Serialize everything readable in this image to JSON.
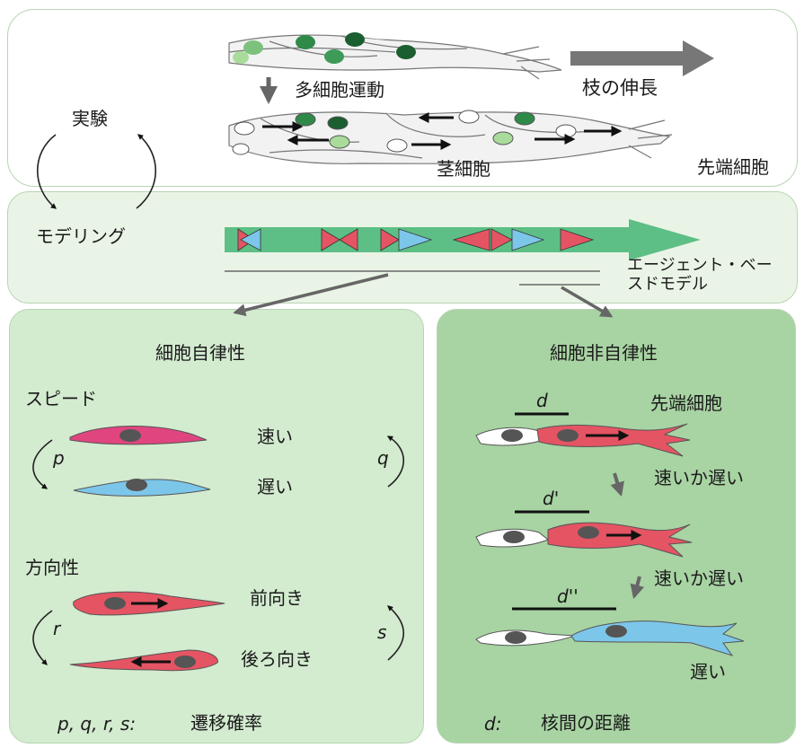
{
  "top_panel": {
    "experiment": "実験",
    "multicell": "多細胞運動",
    "branch": "枝の伸長",
    "stalk": "茎細胞",
    "tip": "先端細胞"
  },
  "model_panel": {
    "modeling": "モデリング",
    "abm_line1": "エージェント・ベー",
    "abm_line2": "スドモデル"
  },
  "left_panel": {
    "title": "細胞自律性",
    "speed": "スピード",
    "fast": "速い",
    "slow": "遅い",
    "direction": "方向性",
    "forward": "前向き",
    "backward": "後ろ向き",
    "p": "p",
    "q": "q",
    "r": "r",
    "s": "s",
    "footer_vars": "p, q, r, s:",
    "footer_text": "遷移確率"
  },
  "right_panel": {
    "title": "細胞非自律性",
    "tip": "先端細胞",
    "d1": "d",
    "d2": "d'",
    "d3": "d''",
    "fast_or_slow_1": "速いか遅い",
    "fast_or_slow_2": "速いか遅い",
    "slow": "遅い",
    "footer_var": "d:",
    "footer_text": "核間の距離"
  },
  "colors": {
    "panel_light": "#eaf4e6",
    "panel_mid": "#d3ebcf",
    "panel_dark": "#a8d3a3",
    "arrow_band": "#5dbf86",
    "cell_pink": "#e0457f",
    "cell_red": "#e55463",
    "cell_blue": "#7cc6ea",
    "cell_white": "#ffffff",
    "nucleus": "#555555",
    "gray_arrow": "#777777"
  }
}
